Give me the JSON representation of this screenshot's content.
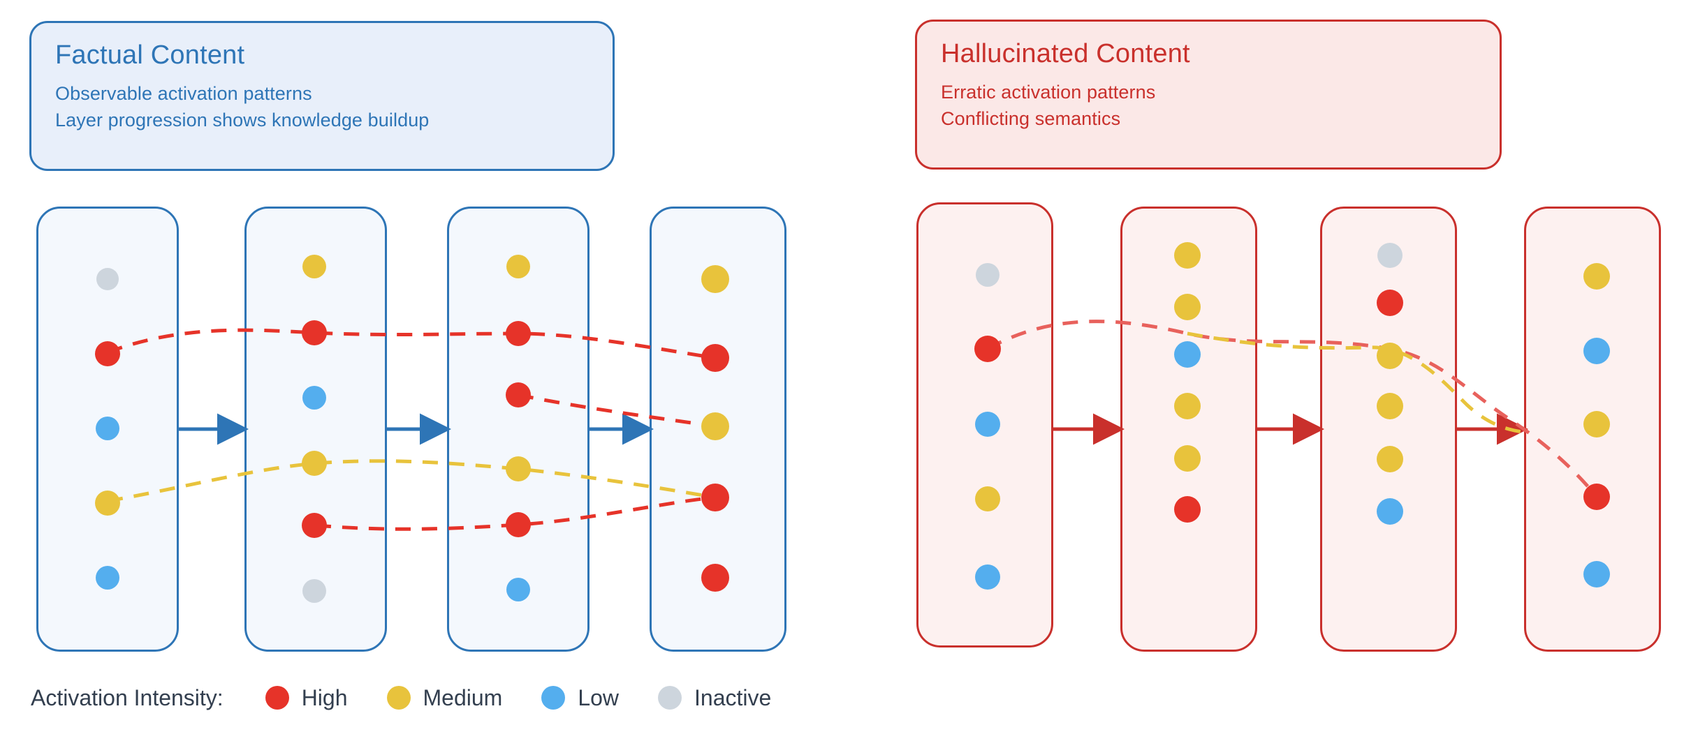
{
  "panels": {
    "factual": {
      "title": "Factual Content",
      "lines": [
        "Observable activation patterns",
        "Layer progression shows knowledge buildup"
      ],
      "accent": "#2E75B6",
      "fill": "#E8EFFA"
    },
    "hallucinated": {
      "title": "Hallucinated Content",
      "lines": [
        "Erratic activation patterns",
        "Conflicting semantics"
      ],
      "accent": "#C9302C",
      "fill": "#FBE8E7"
    }
  },
  "legend": {
    "title": "Activation Intensity:",
    "items": [
      {
        "label": "High",
        "color": "#E63329",
        "key": "high"
      },
      {
        "label": "Medium",
        "color": "#E8C33C",
        "key": "medium"
      },
      {
        "label": "Low",
        "color": "#54AEEE",
        "key": "low"
      },
      {
        "label": "Inactive",
        "color": "#CDD5DD",
        "key": "inactive"
      }
    ]
  },
  "chart_data": {
    "type": "diagram",
    "title": "Activation pattern comparison: factual vs hallucinated content",
    "node_colors": {
      "high": "#E63329",
      "medium": "#E8C33C",
      "low": "#54AEEE",
      "inactive": "#CDD5DD"
    },
    "groups": [
      {
        "name": "factual",
        "accent": "#2E75B6",
        "panel_fill": "#F4F8FD",
        "layers": [
          {
            "index": 0,
            "nodes": [
              "inactive",
              "high",
              "low",
              "medium",
              "low"
            ]
          },
          {
            "index": 1,
            "nodes": [
              "medium",
              "high",
              "low",
              "medium",
              "high",
              "inactive"
            ]
          },
          {
            "index": 2,
            "nodes": [
              "medium",
              "high",
              "high",
              "medium",
              "high",
              "low"
            ]
          },
          {
            "index": 3,
            "nodes": [
              "medium",
              "high",
              "medium",
              "high",
              "high"
            ]
          }
        ],
        "flow_arrows": 3,
        "traces": [
          {
            "color": "#E63329",
            "style": "dashed",
            "label": "high-activation trace"
          },
          {
            "color": "#E63329",
            "style": "dashed",
            "label": "high-activation trace"
          },
          {
            "color": "#E8C33C",
            "style": "dashed",
            "label": "medium-activation trace"
          }
        ]
      },
      {
        "name": "hallucinated",
        "accent": "#C9302C",
        "panel_fill": "#FDF1F0",
        "layers": [
          {
            "index": 0,
            "nodes": [
              "inactive",
              "high",
              "low",
              "medium",
              "low"
            ]
          },
          {
            "index": 1,
            "nodes": [
              "medium",
              "medium",
              "low",
              "medium",
              "medium",
              "high"
            ]
          },
          {
            "index": 2,
            "nodes": [
              "inactive",
              "high",
              "medium",
              "medium",
              "medium",
              "low"
            ]
          },
          {
            "index": 3,
            "nodes": [
              "medium",
              "low",
              "medium",
              "high",
              "low"
            ]
          }
        ],
        "flow_arrows": 3,
        "traces": [
          {
            "color": "#E63329",
            "style": "dashed",
            "label": "erratic high-activation trace"
          },
          {
            "color": "#E8C33C",
            "style": "dashed",
            "label": "erratic medium-activation trace"
          }
        ]
      }
    ]
  }
}
